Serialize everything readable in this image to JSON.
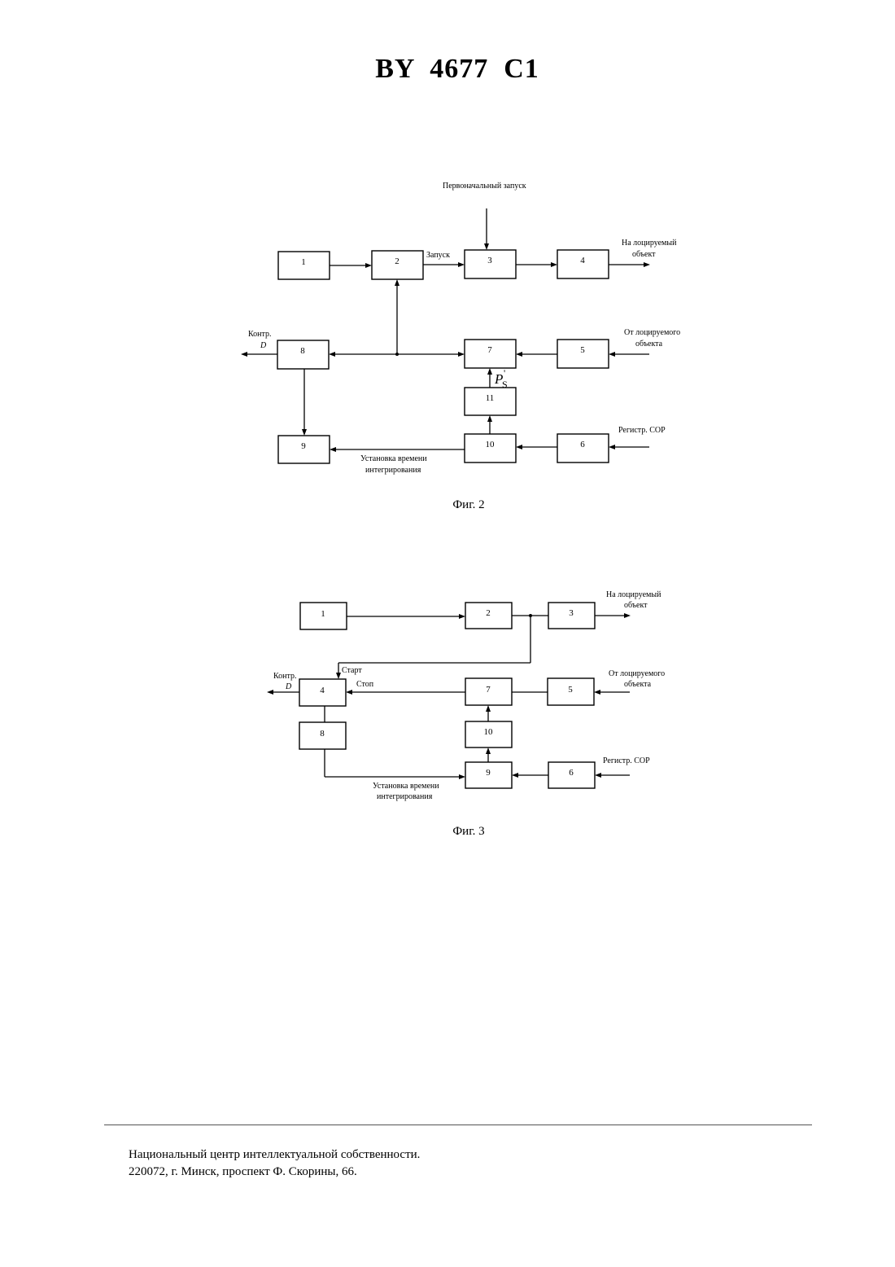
{
  "header": {
    "doc_id": "BY  4677  C1"
  },
  "fig2": {
    "caption": "Фиг. 2",
    "blocks": [
      "1",
      "2",
      "3",
      "4",
      "5",
      "6",
      "7",
      "8",
      "9",
      "10",
      "11"
    ],
    "labels": {
      "initial_start": "Первоначальный запуск",
      "start": "Запуск",
      "to_object_1": "На лоцируемый",
      "to_object_2": "объект",
      "from_object_1": "От лоцируемого",
      "from_object_2": "объекта",
      "control_1": "Контр.",
      "control_2": "D",
      "reg_sop": "Регистр. СОР",
      "set_time_1": "Установка времени",
      "set_time_2": "интегрирования",
      "p_main": "P",
      "p_sub": "S",
      "p_prime": "'"
    }
  },
  "fig3": {
    "caption": "Фиг. 3",
    "blocks": [
      "1",
      "2",
      "3",
      "4",
      "5",
      "6",
      "7",
      "8",
      "9",
      "10"
    ],
    "labels": {
      "to_object_1": "На лоцируемый",
      "to_object_2": "объект",
      "from_object_1": "От лоцируемого",
      "from_object_2": "объекта",
      "control_1": "Контр.",
      "control_2": "D",
      "start": "Старт",
      "stop": "Стоп",
      "reg_sop": "Регистр. СОР",
      "set_time_1": "Установка времени",
      "set_time_2": "интегрирования"
    }
  },
  "footer": {
    "line1": "Национальный центр интеллектуальной собственности.",
    "line2": "220072, г. Минск, проспект Ф. Скорины, 66."
  }
}
